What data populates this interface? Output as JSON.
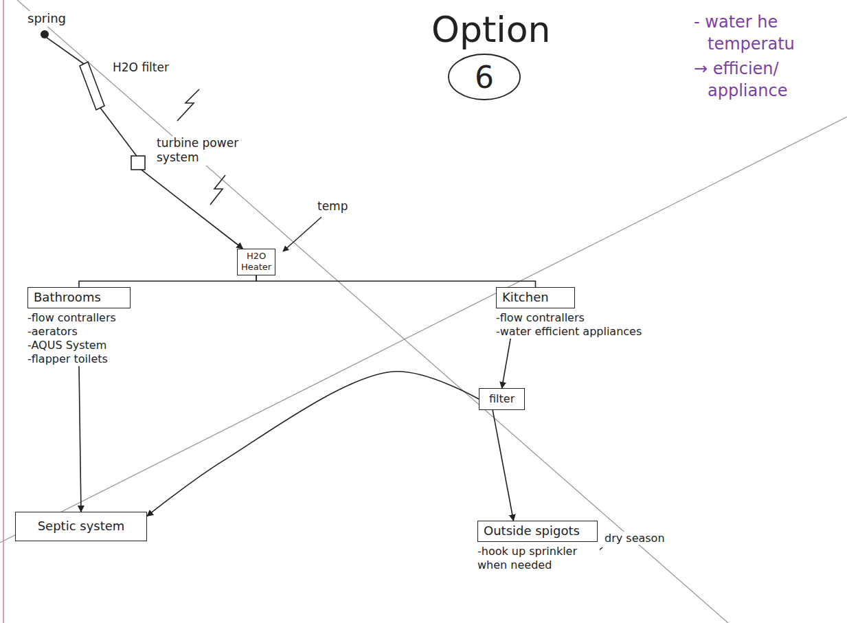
{
  "diagram": {
    "nodes": [
      {
        "text": [
          "spring"
        ]
      },
      {
        "text": [
          "6"
        ]
      },
      {
        "text": [
          "H2O filter"
        ]
      },
      {
        "text": [
          "turbine power system"
        ]
      },
      {
        "text": [
          "H2O Heater"
        ]
      },
      {
        "text": [
          "Bathrooms",
          "-flow contrallers",
          "-aerators",
          "-AQUS System",
          "-flapper toilets"
        ]
      },
      {
        "text": [
          "Kitchen",
          "-flow contrallers",
          "-water efficient appliances"
        ]
      },
      {
        "text": [
          "filter"
        ]
      },
      {
        "text": [
          "Septic system"
        ]
      },
      {
        "text": [
          "Outside spigots",
          "-hook up sprinkler when needed"
        ]
      }
    ],
    "edges": [
      {
        "from": 0,
        "to": 2,
        "arrow": "none"
      },
      {
        "from": 2,
        "to": 3,
        "arrow": "none"
      },
      {
        "from": 3,
        "to": 4,
        "arrow": "to"
      },
      {
        "from": 4,
        "to": 5,
        "arrow": "none"
      },
      {
        "from": 4,
        "to": 6,
        "arrow": "none"
      },
      {
        "from": 5,
        "to": 8,
        "arrow": "to"
      },
      {
        "from": 6,
        "to": 7,
        "arrow": "to"
      },
      {
        "from": 7,
        "to": 9,
        "arrow": "to"
      },
      {
        "from": 7,
        "to": 8,
        "arrow": "to"
      }
    ],
    "labels": [
      "Option",
      "temp",
      "dry season",
      "- water he",
      "temperatu",
      "→ efficien/",
      "appliance"
    ]
  }
}
